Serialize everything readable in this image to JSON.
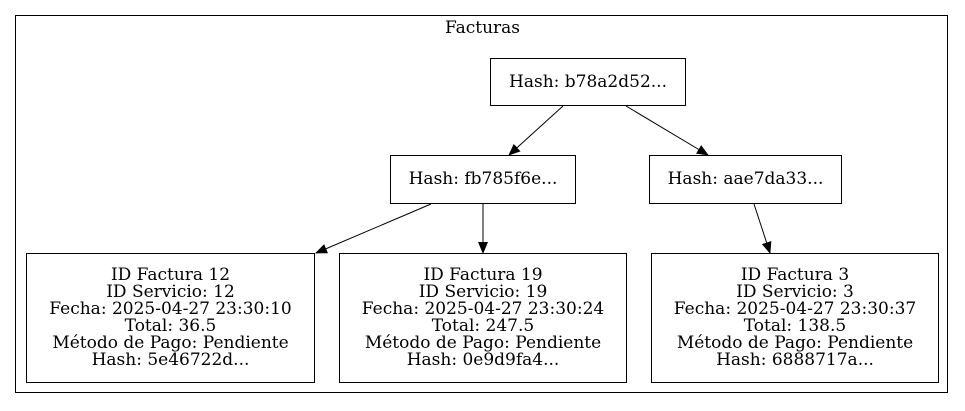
{
  "cluster": {
    "label": "Facturas"
  },
  "hash_nodes": {
    "root": "Hash: b78a2d52...",
    "left": "Hash: fb785f6e...",
    "right": "Hash: aae7da33..."
  },
  "invoices": [
    {
      "id": "ID Factura 12",
      "servicio": "ID Servicio: 12",
      "fecha": "Fecha: 2025-04-27 23:30:10",
      "total": "Total: 36.5",
      "metodo": "Método de Pago: Pendiente",
      "hash": "Hash: 5e46722d..."
    },
    {
      "id": "ID Factura 19",
      "servicio": "ID Servicio: 19",
      "fecha": "Fecha: 2025-04-27 23:30:24",
      "total": "Total: 247.5",
      "metodo": "Método de Pago: Pendiente",
      "hash": "Hash: 0e9d9fa4..."
    },
    {
      "id": "ID Factura 3",
      "servicio": "ID Servicio: 3",
      "fecha": "Fecha: 2025-04-27 23:30:37",
      "total": "Total: 138.5",
      "metodo": "Método de Pago: Pendiente",
      "hash": "Hash: 6888717a..."
    }
  ]
}
